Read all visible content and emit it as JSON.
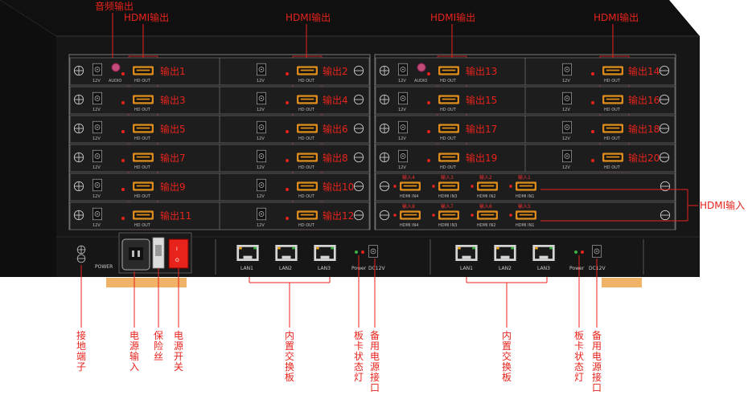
{
  "top_labels": {
    "audio_out": "音频输出",
    "hdmi_out": "HDMI输出"
  },
  "left_outputs": [
    "输出1",
    "输出3",
    "输出5",
    "输出7",
    "输出9",
    "输出11"
  ],
  "right_of_left_outputs": [
    "输出2",
    "输出4",
    "输出6",
    "输出8",
    "输出10",
    "输出12"
  ],
  "right_outputs": [
    "输出13",
    "输出15",
    "输出17",
    "输出19"
  ],
  "right_right_outputs": [
    "输出14",
    "输出16",
    "输出18",
    "输出20"
  ],
  "hdmi_in_row1": [
    "输入4",
    "输入3",
    "输入2",
    "输入1"
  ],
  "hdmi_in_row2": [
    "输入8",
    "输入7",
    "输入6",
    "输入5"
  ],
  "hdmi_in_port_labels_row1": [
    "HDMI IN4",
    "HDMI IN3",
    "HDMI IN2",
    "HDMI IN1"
  ],
  "hdmi_in_port_labels_row2": [
    "HDMI IN4",
    "HDMI IN3",
    "HDMI IN2",
    "HDMI IN1"
  ],
  "hdmi_input_label": "HDMI输入",
  "port_labels": {
    "hd_out": "HD OUT",
    "v12": "12V",
    "audio": "AUDIO",
    "power": "POWER",
    "lan1": "LAN1",
    "lan2": "LAN2",
    "lan3": "LAN3",
    "board_power": "Power",
    "dc12v": "DC12V"
  },
  "bottom_labels": {
    "ground": "接地端子",
    "power_in": "电源输入",
    "fuse": "保险丝",
    "power_switch": "电源开关",
    "switch_left": "内置交换板",
    "status_left": "板卡状态灯",
    "backup_left": "备用电源接口",
    "switch_right": "内置交换板",
    "status_right": "板卡状态灯",
    "backup_right": "备用电源接口"
  },
  "colors": {
    "accent": "#e8231c",
    "chassis": "#151515",
    "panel": "#1c1c1c",
    "frame": "#8a8a8a"
  }
}
